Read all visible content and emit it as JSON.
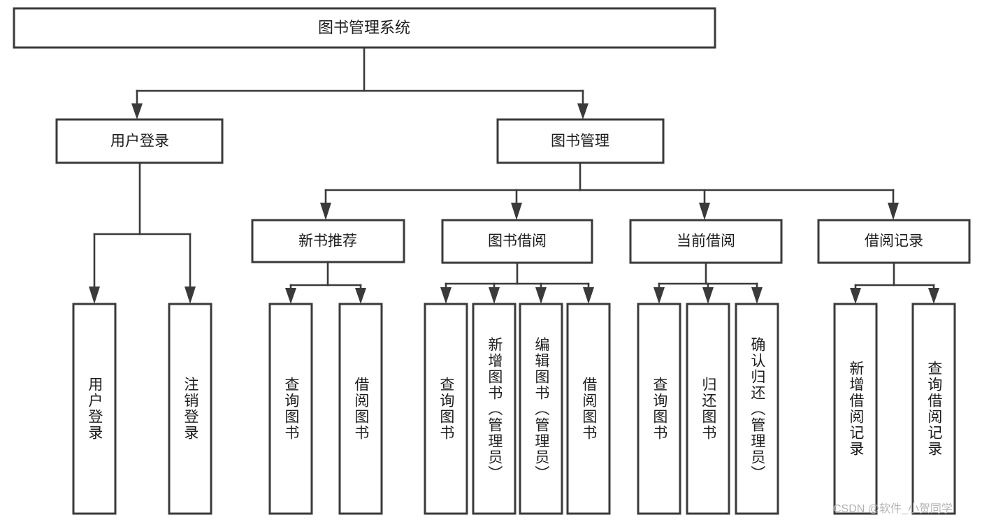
{
  "diagram": {
    "type": "tree",
    "title": "图书管理系统",
    "root": {
      "id": "root",
      "label": "图书管理系统",
      "orientation": "horizontal"
    },
    "level1": [
      {
        "id": "user-login",
        "label": "用户登录",
        "orientation": "horizontal"
      },
      {
        "id": "book-manage",
        "label": "图书管理",
        "orientation": "horizontal"
      }
    ],
    "level2": [
      {
        "id": "new-book-rec",
        "label": "新书推荐",
        "orientation": "horizontal",
        "parent": "book-manage"
      },
      {
        "id": "book-borrow",
        "label": "图书借阅",
        "orientation": "horizontal",
        "parent": "book-manage"
      },
      {
        "id": "current-borrow",
        "label": "当前借阅",
        "orientation": "horizontal",
        "parent": "book-manage"
      },
      {
        "id": "borrow-record",
        "label": "借阅记录",
        "orientation": "horizontal",
        "parent": "book-manage"
      }
    ],
    "leaves": [
      {
        "id": "leaf-user-login",
        "label": "用户登录",
        "orientation": "vertical",
        "parent": "user-login"
      },
      {
        "id": "leaf-logout",
        "label": "注销登录",
        "orientation": "vertical",
        "parent": "user-login"
      },
      {
        "id": "leaf-query-book-1",
        "label": "查询图书",
        "orientation": "vertical",
        "parent": "new-book-rec"
      },
      {
        "id": "leaf-borrow-book-1",
        "label": "借阅图书",
        "orientation": "vertical",
        "parent": "new-book-rec"
      },
      {
        "id": "leaf-query-book-2",
        "label": "查询图书",
        "orientation": "vertical",
        "parent": "book-borrow"
      },
      {
        "id": "leaf-add-book",
        "label": "新增图书（管理员）",
        "orientation": "vertical",
        "parent": "book-borrow"
      },
      {
        "id": "leaf-edit-book",
        "label": "编辑图书（管理员）",
        "orientation": "vertical",
        "parent": "book-borrow"
      },
      {
        "id": "leaf-borrow-book-2",
        "label": "借阅图书",
        "orientation": "vertical",
        "parent": "book-borrow"
      },
      {
        "id": "leaf-query-book-3",
        "label": "查询图书",
        "orientation": "vertical",
        "parent": "current-borrow"
      },
      {
        "id": "leaf-return-book",
        "label": "归还图书",
        "orientation": "vertical",
        "parent": "current-borrow"
      },
      {
        "id": "leaf-confirm-return",
        "label": "确认归还（管理员）",
        "orientation": "vertical",
        "parent": "current-borrow"
      },
      {
        "id": "leaf-add-record",
        "label": "新增借阅记录",
        "orientation": "vertical",
        "parent": "borrow-record"
      },
      {
        "id": "leaf-query-record",
        "label": "查询借阅记录",
        "orientation": "vertical",
        "parent": "borrow-record"
      }
    ],
    "colors": {
      "box_stroke": "#3a3a3a",
      "box_fill": "#ffffff",
      "connector": "#3a3a3a",
      "text": "#1d1d1d",
      "background": "#ffffff",
      "watermark": "#b4b4b4"
    }
  },
  "watermark": {
    "text": "CSDN @软件_小贺同学"
  }
}
